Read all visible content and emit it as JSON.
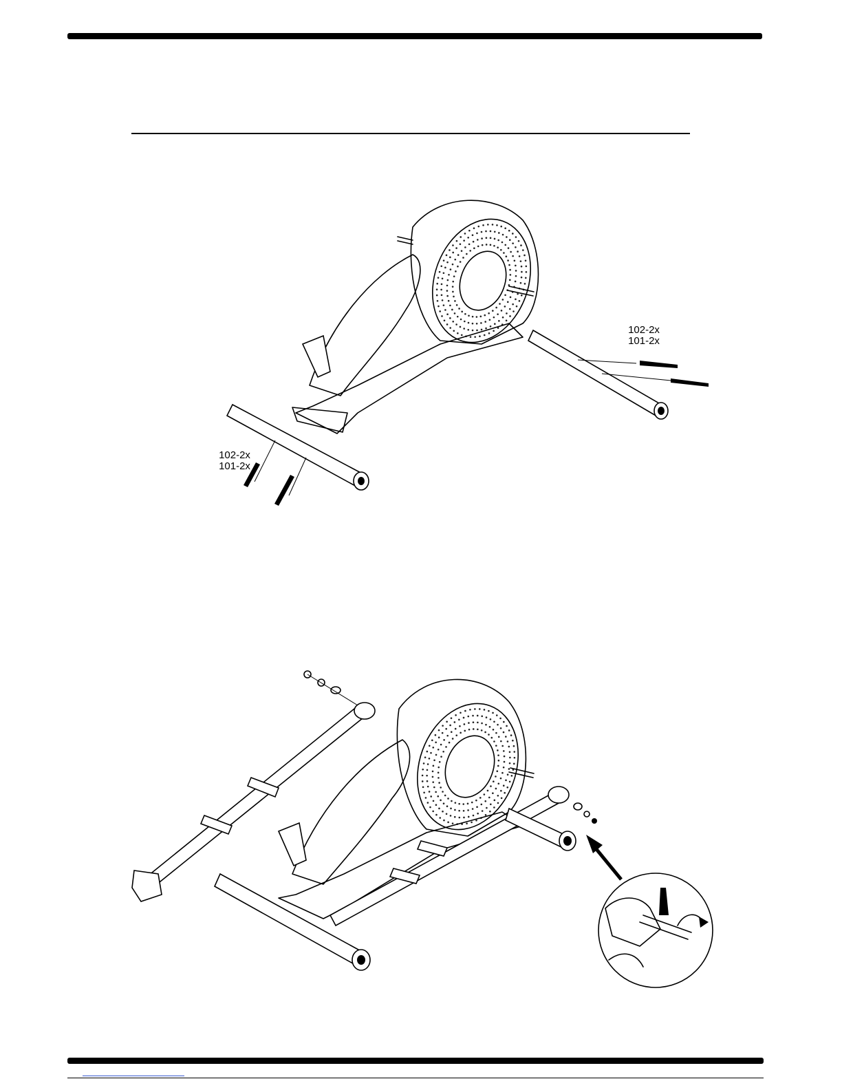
{
  "step1": {
    "right_labels": [
      "102-2x",
      "101-2x"
    ],
    "left_labels": [
      "102-2x",
      "101-2x"
    ]
  },
  "colors": {
    "ink": "#000000",
    "page": "#ffffff",
    "link": "#3355cc"
  }
}
